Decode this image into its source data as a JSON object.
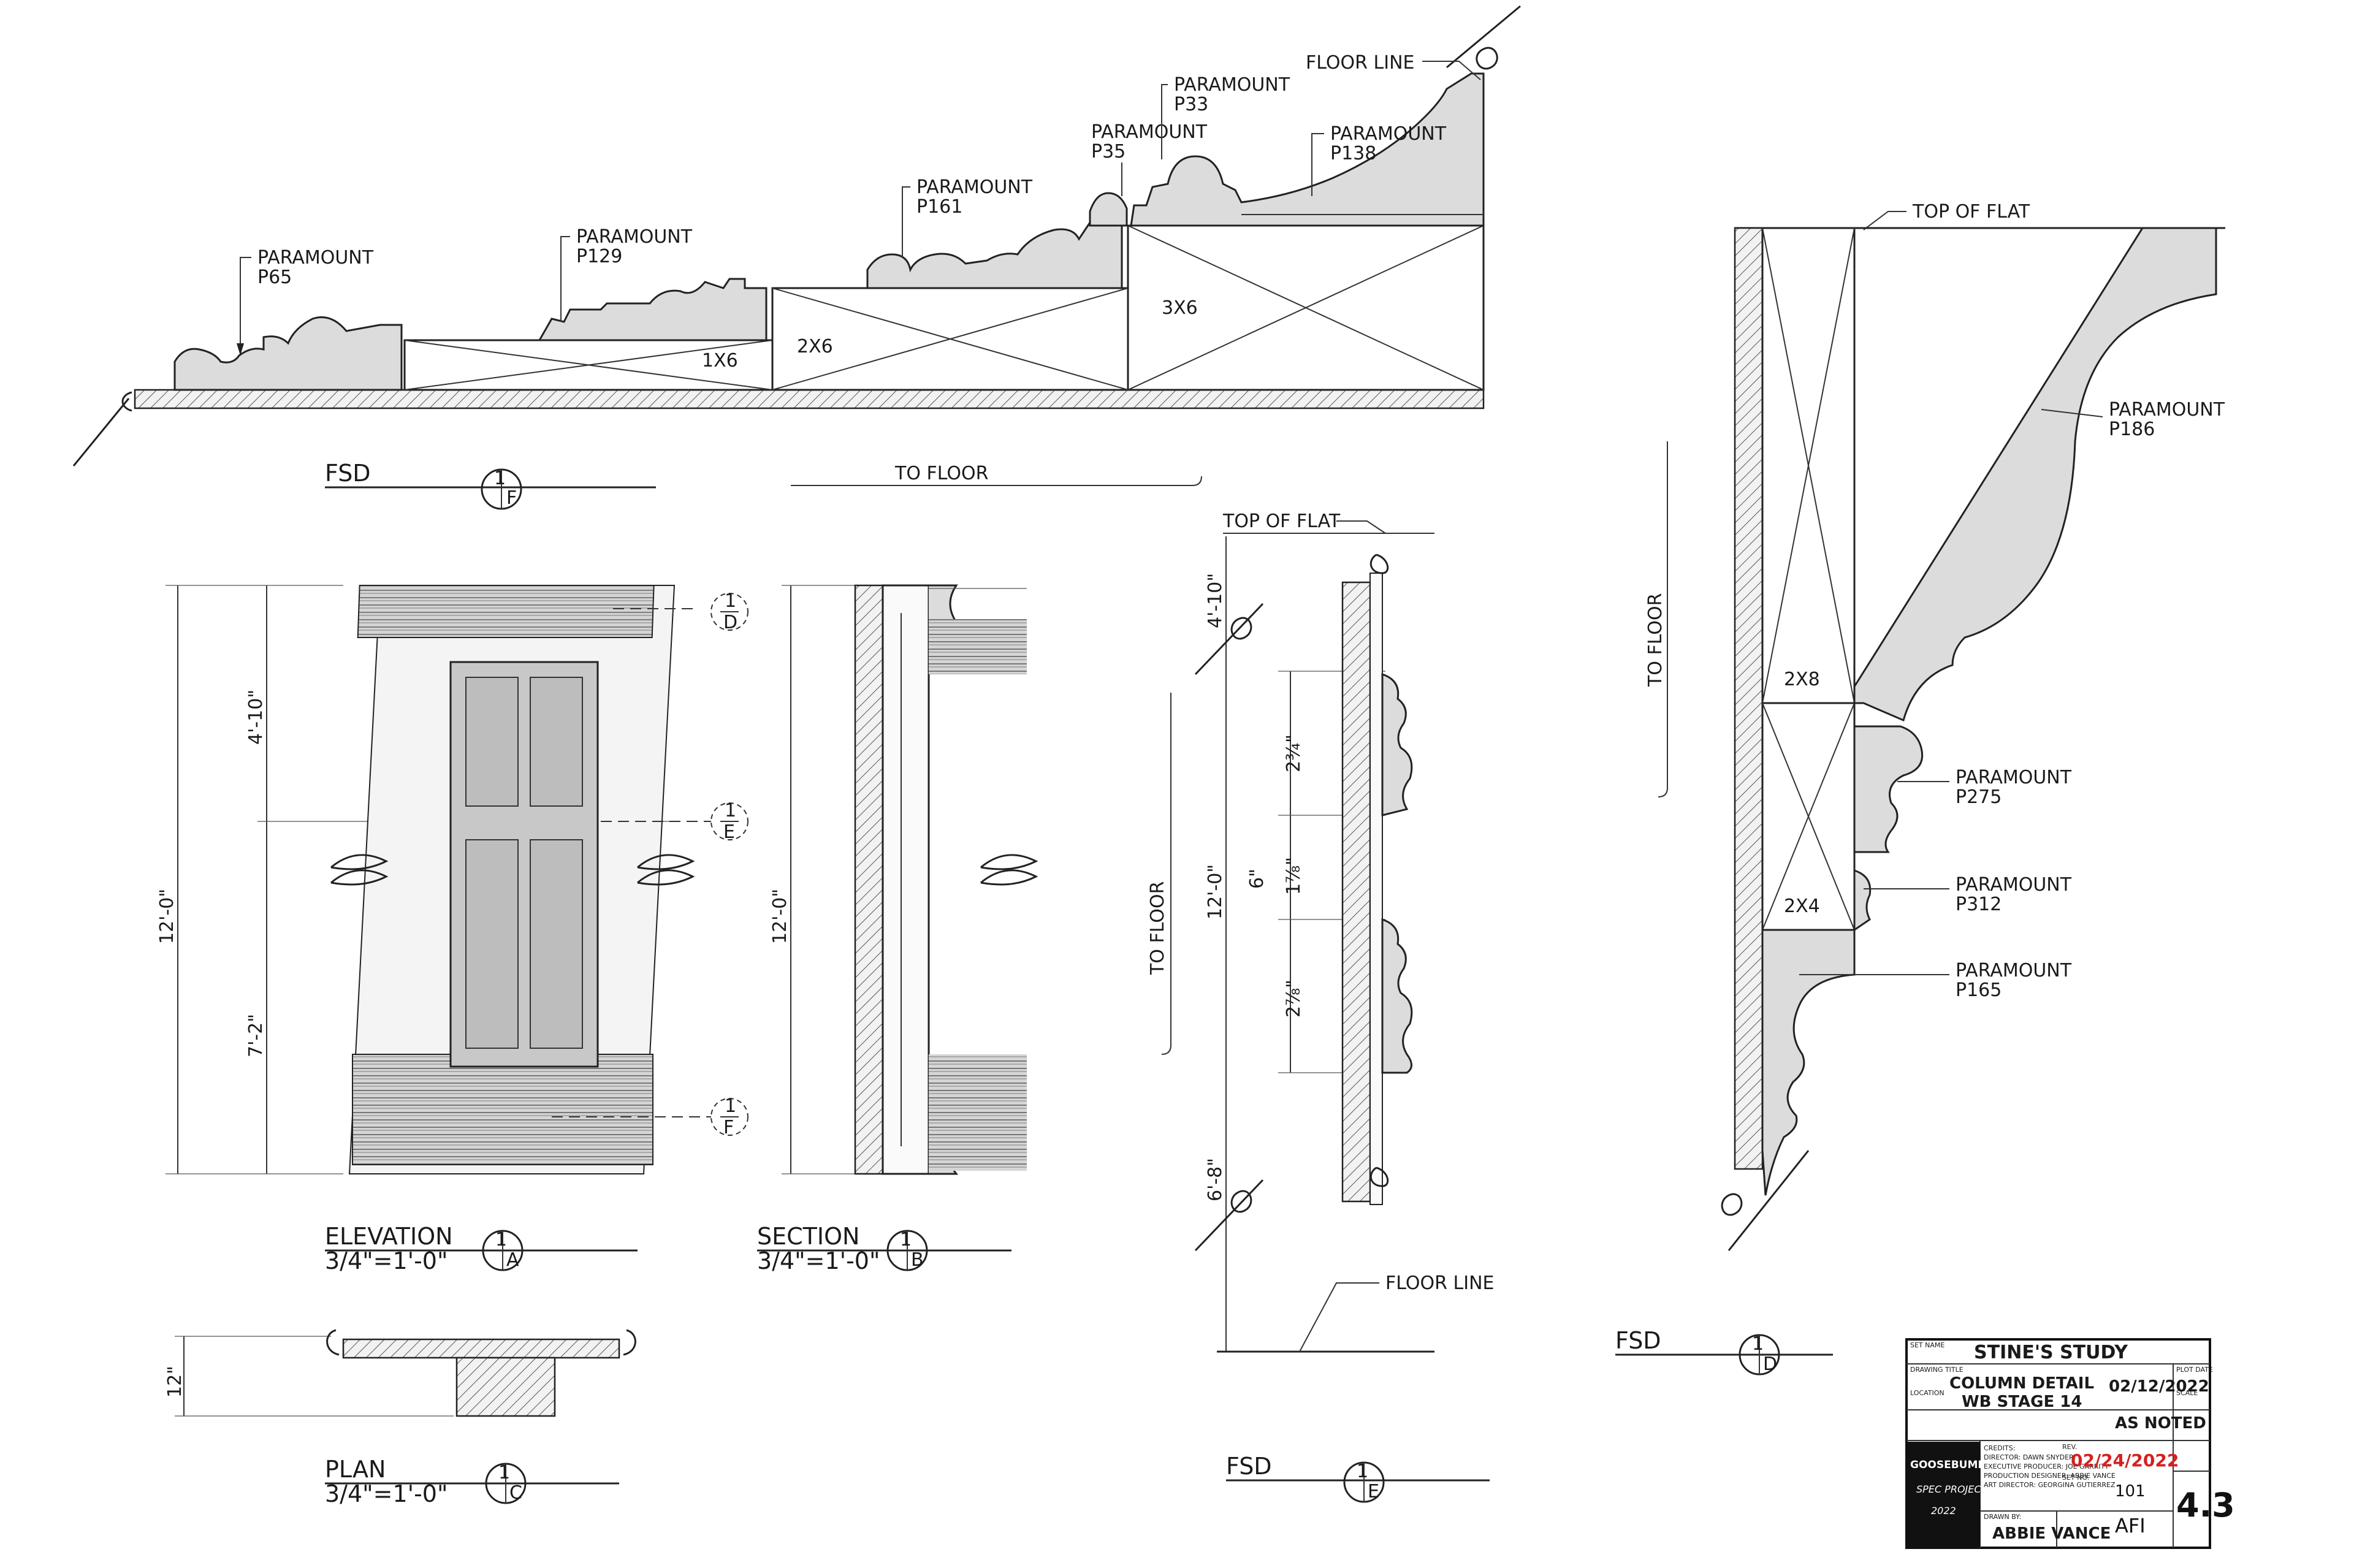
{
  "drawing": {
    "top_labels": {
      "p65": [
        "PARAMOUNT",
        "P65"
      ],
      "p129": [
        "PARAMOUNT",
        "P129"
      ],
      "p161": [
        "PARAMOUNT",
        "P161"
      ],
      "p35": [
        "PARAMOUNT",
        "P35"
      ],
      "p33": [
        "PARAMOUNT",
        "P33"
      ],
      "p138": [
        "PARAMOUNT",
        "P138"
      ],
      "floor_line": "FLOOR LINE",
      "lumber_1x6": "1X6",
      "lumber_2x6": "2X6",
      "lumber_3x6": "3X6"
    },
    "section_d_labels": {
      "top_of_flat": "TOP OF FLAT",
      "to_floor": "TO FLOOR",
      "p186": [
        "PARAMOUNT",
        "P186"
      ],
      "p275": [
        "PARAMOUNT",
        "P275"
      ],
      "p312": [
        "PARAMOUNT",
        "P312"
      ],
      "p165": [
        "PARAMOUNT",
        "P165"
      ],
      "lumber_2x8": "2X8",
      "lumber_2x4": "2X4"
    },
    "section_e_labels": {
      "top_of_flat": "TOP OF FLAT",
      "to_floor": "TO FLOOR",
      "floor_line": "FLOOR LINE",
      "dim_total": "12'-0\"",
      "dim_top": "4'-10\"",
      "dim_mid": "6\"",
      "dim_bottom": "6'-8\"",
      "dim_a": "2¾\"",
      "dim_b": "1⅞\"",
      "dim_c": "2⅞\""
    },
    "elevation": {
      "dim_total": "12'-0\"",
      "dim_top": "4'-10\"",
      "dim_bottom": "7'-2\"",
      "marker_d": "D",
      "marker_e": "E",
      "marker_f": "F",
      "marker_num": "1"
    },
    "section_b": {
      "dim_total": "12'-0\"",
      "to_floor": "TO FLOOR"
    },
    "plan": {
      "dim": "12\""
    },
    "callouts": [
      {
        "id": "F",
        "name": "FSD",
        "scale": "",
        "num": "1"
      },
      {
        "id": "A",
        "name": "ELEVATION",
        "scale": "3/4\"=1'-0\"",
        "num": "1"
      },
      {
        "id": "B",
        "name": "SECTION",
        "scale": "3/4\"=1'-0\"",
        "num": "1"
      },
      {
        "id": "C",
        "name": "PLAN",
        "scale": "3/4\"=1'-0\"",
        "num": "1"
      },
      {
        "id": "E",
        "name": "FSD",
        "scale": "",
        "num": "1"
      },
      {
        "id": "D",
        "name": "FSD",
        "scale": "",
        "num": "1"
      }
    ]
  },
  "title_block": {
    "set_name_label": "SET NAME",
    "set_name": "STINE'S STUDY",
    "drawing_title_label": "DRAWING TITLE",
    "drawing_title": "COLUMN DETAIL",
    "plot_date_label": "PLOT DATE",
    "plot_date": "02/12/2022",
    "location_label": "LOCATION",
    "location": "WB STAGE 14",
    "scale_label": "SCALE",
    "scale": "AS NOTED",
    "credits_label": "CREDITS:",
    "credits": [
      "DIRECTOR: DAWN SNYDER",
      "EXECUTIVE PRODUCER: JOE GARRITY",
      "PRODUCTION DESIGNER: ABBIE VANCE",
      "ART DIRECTOR: GEORGINA GUTIERREZ"
    ],
    "rev_label": "REV.",
    "rev": "02/24/2022",
    "set_no_label": "SET NO.",
    "set_no": "101",
    "sheet": "4.3",
    "drawn_by_label": "DRAWN BY:",
    "drawn_by": "ABBIE VANCE",
    "logo_text": [
      "GOOSEBUMPS",
      "SPEC PROJECT",
      "2022"
    ],
    "afi": "AFI",
    "colors": {
      "rev": "#d42020",
      "logo_bg": "#111111"
    }
  }
}
